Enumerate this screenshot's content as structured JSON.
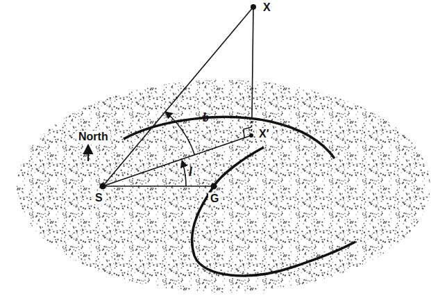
{
  "diagram": {
    "labels": [
      "X",
      "North",
      "b",
      "X′",
      "l",
      "S",
      "G"
    ]
  }
}
